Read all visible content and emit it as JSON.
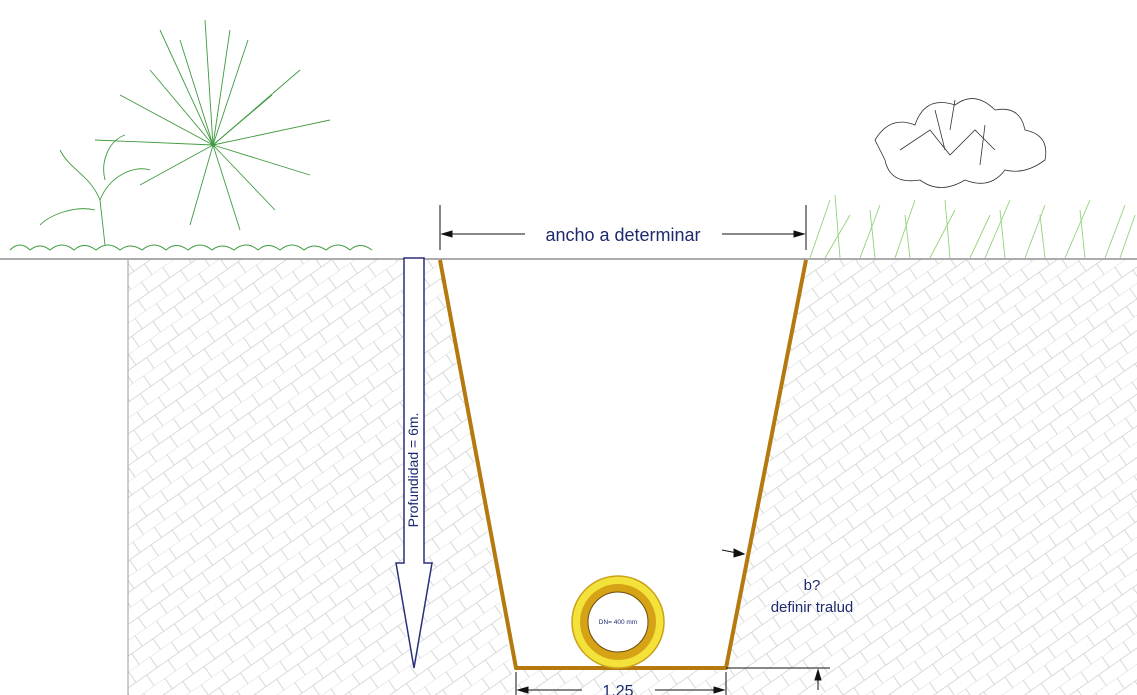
{
  "diagram": {
    "width_label": "ancho a determinar",
    "depth_label": "Profundidad = 6m.",
    "bottom_width_label": "1.25",
    "slope_label_line1": "b?",
    "slope_label_line2": "definir tralud",
    "pipe_label": "DN= 400 mm"
  },
  "colors": {
    "trench_wall": "#b5790f",
    "pipe_outer": "#f2e23a",
    "pipe_ring": "#d6a316",
    "vegetation": "#3f9a3f",
    "grass_light": "#8fd47a",
    "soil_hatch": "#cfcfcf",
    "label_text": "#1e2a6e",
    "arrow": "#2a2f7a"
  },
  "icons": [
    "palm-plant-icon",
    "shrub-icon",
    "grass-icon"
  ]
}
